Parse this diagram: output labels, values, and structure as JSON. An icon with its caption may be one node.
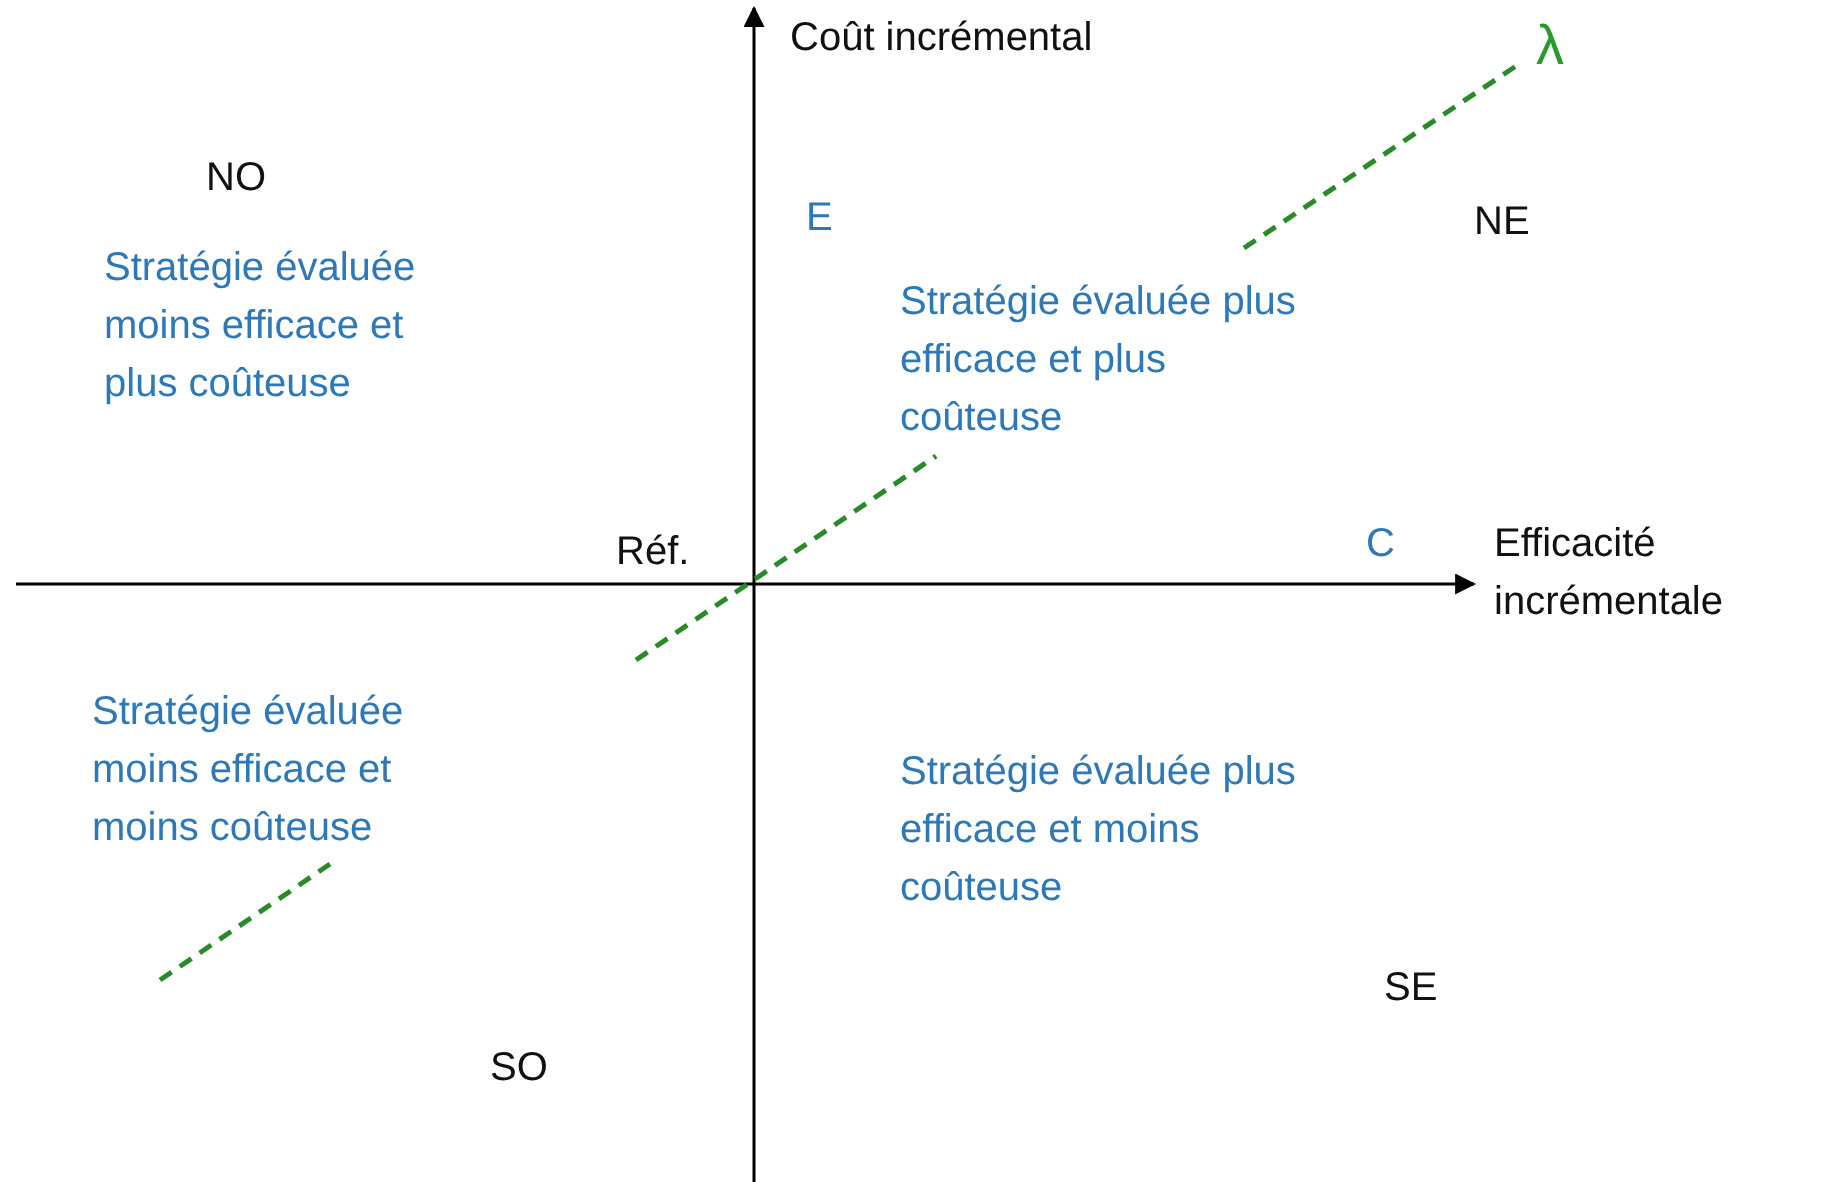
{
  "diagram": {
    "labels": [
      "Coût incrémental",
      "λ",
      "NO",
      "E",
      "NE",
      "Stratégie évaluée moins efficace et plus coûteuse",
      "Stratégie évaluée plus efficace et plus coûteuse",
      "Réf.",
      "C",
      "Efficacité incrémentale",
      "Stratégie évaluée moins efficace et moins coûteuse",
      "Stratégie évaluée plus efficace et moins coûteuse",
      "SE",
      "SO"
    ]
  }
}
